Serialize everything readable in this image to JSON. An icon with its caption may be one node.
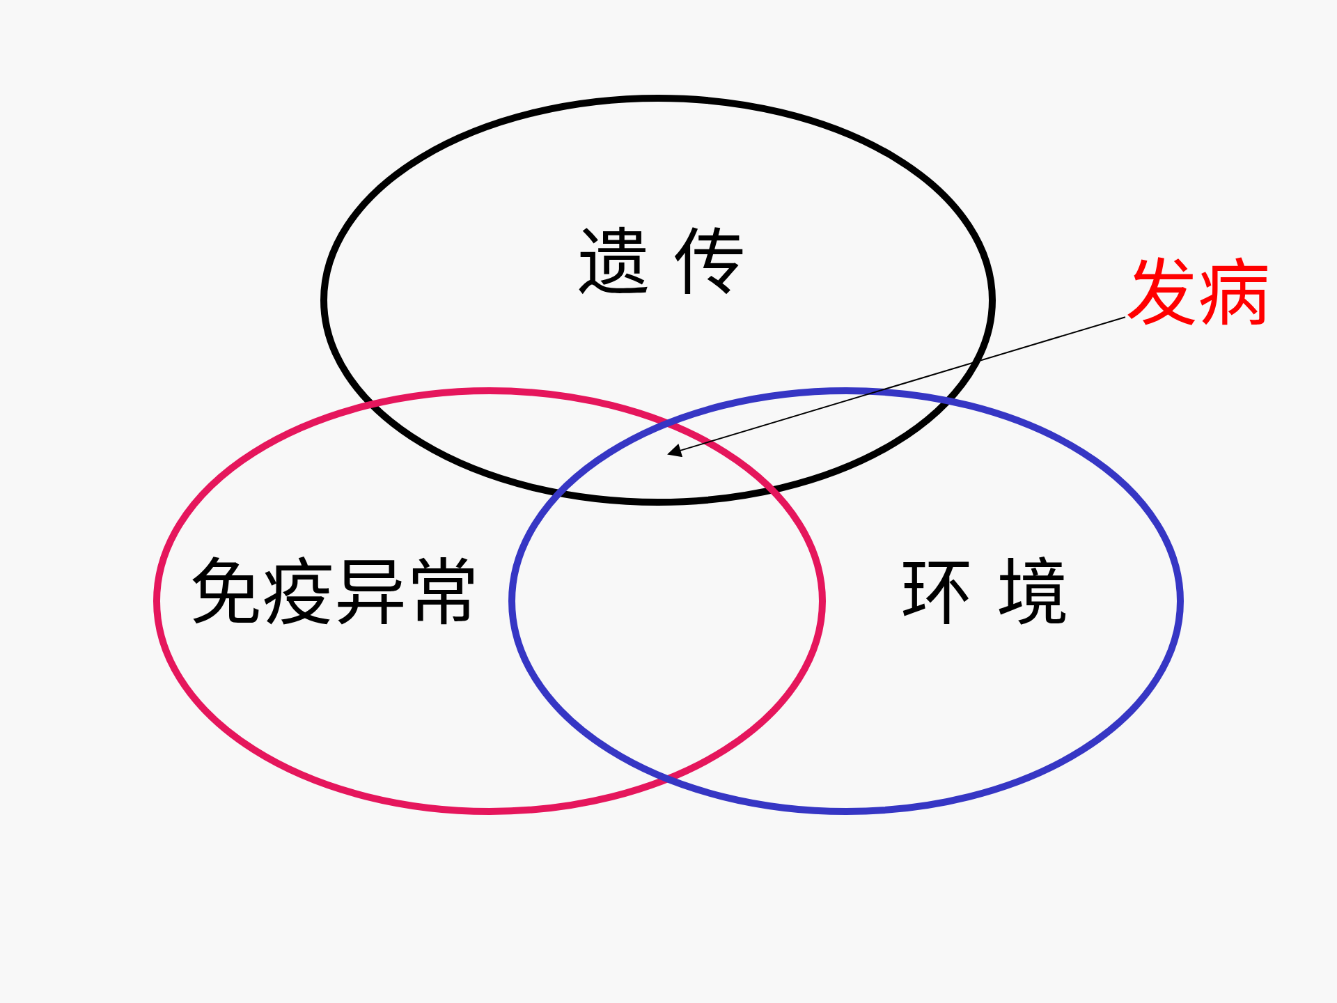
{
  "diagram": {
    "nodes": [
      {
        "text": [
          "遗 传"
        ]
      },
      {
        "text": [
          "免疫异常"
        ]
      },
      {
        "text": [
          "环 境"
        ]
      },
      {
        "text": [
          "发病"
        ]
      }
    ],
    "edges": [
      {
        "from": 3,
        "to": 0,
        "arrow": "to"
      }
    ]
  }
}
